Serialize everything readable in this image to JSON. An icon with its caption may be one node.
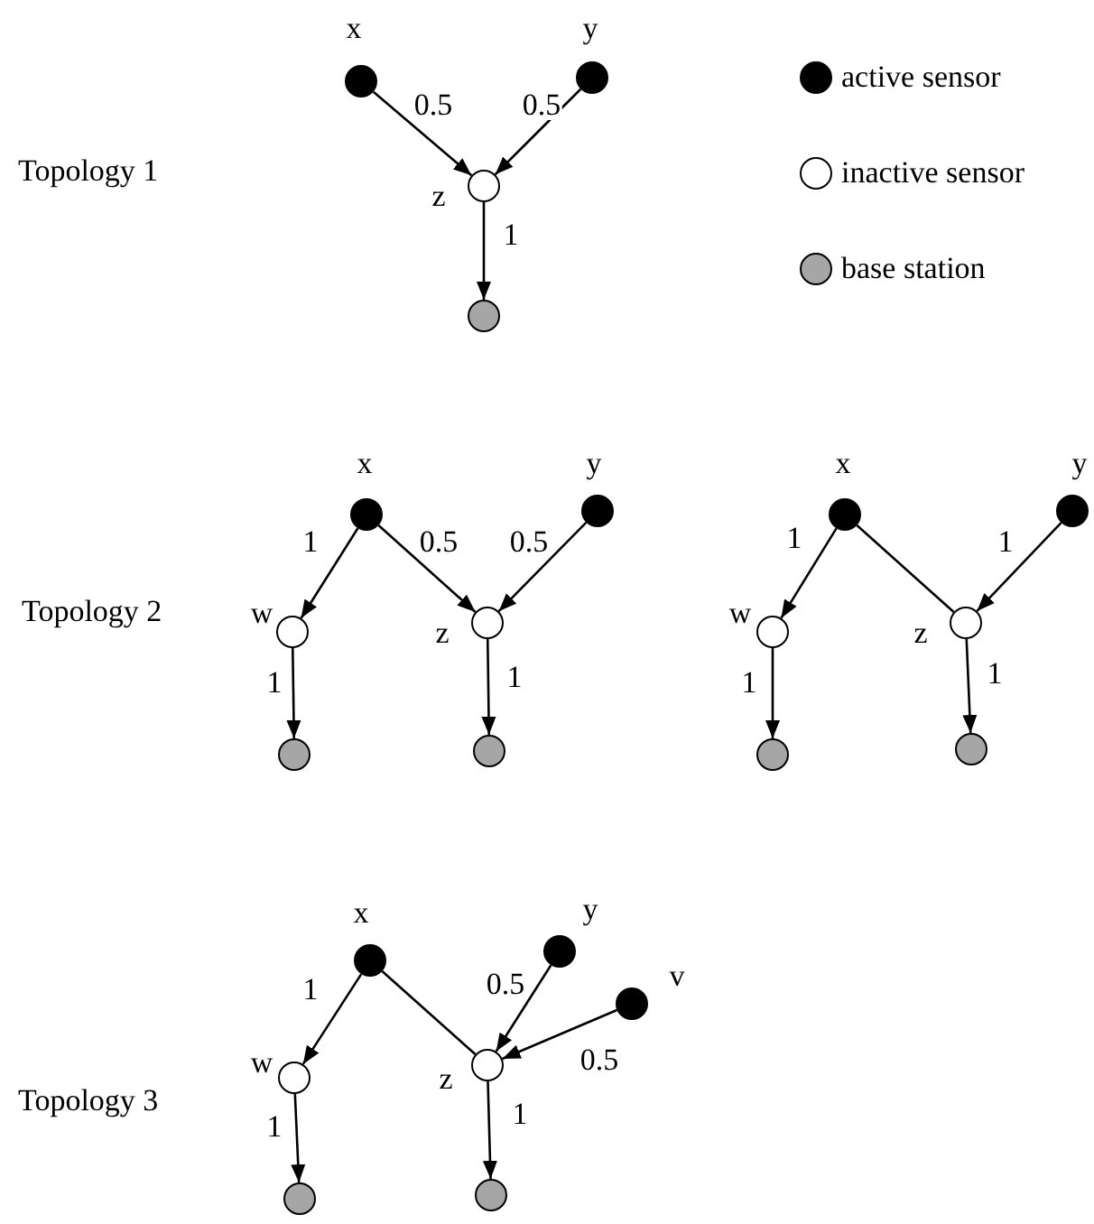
{
  "diagram": {
    "nodes": [
      {
        "text": [],
        "shape": "circle",
        "beside": [
          "x"
        ]
      },
      {
        "text": [],
        "shape": "circle",
        "beside": [
          "y"
        ]
      },
      {
        "text": [],
        "shape": "circle",
        "beside": [
          "z"
        ]
      },
      {
        "text": [],
        "shape": "circle"
      },
      {
        "text": [],
        "shape": "circle",
        "beside": [
          "x"
        ]
      },
      {
        "text": [],
        "shape": "circle",
        "beside": [
          "y"
        ]
      },
      {
        "text": [],
        "shape": "circle",
        "beside": [
          "w"
        ]
      },
      {
        "text": [],
        "shape": "circle",
        "beside": [
          "z"
        ]
      },
      {
        "text": [],
        "shape": "circle"
      },
      {
        "text": [],
        "shape": "circle"
      },
      {
        "text": [],
        "shape": "circle",
        "beside": [
          "x"
        ]
      },
      {
        "text": [],
        "shape": "circle",
        "beside": [
          "y"
        ]
      },
      {
        "text": [],
        "shape": "circle",
        "beside": [
          "w"
        ]
      },
      {
        "text": [],
        "shape": "circle",
        "beside": [
          "z"
        ]
      },
      {
        "text": [],
        "shape": "circle"
      },
      {
        "text": [],
        "shape": "circle"
      },
      {
        "text": [],
        "shape": "circle",
        "beside": [
          "x"
        ]
      },
      {
        "text": [],
        "shape": "circle",
        "beside": [
          "y"
        ]
      },
      {
        "text": [],
        "shape": "circle",
        "beside": [
          "v"
        ]
      },
      {
        "text": [],
        "shape": "circle",
        "beside": [
          "w"
        ]
      },
      {
        "text": [],
        "shape": "circle",
        "beside": [
          "z"
        ]
      },
      {
        "text": [],
        "shape": "circle"
      },
      {
        "text": [],
        "shape": "circle"
      }
    ],
    "edges": [
      {
        "from": 0,
        "to": 2,
        "arrow": "to",
        "label": "0.5"
      },
      {
        "from": 1,
        "to": 2,
        "arrow": "to",
        "label": "0.5"
      },
      {
        "from": 2,
        "to": 3,
        "arrow": "to",
        "label": "1"
      },
      {
        "from": 4,
        "to": 6,
        "arrow": "to",
        "label": "1"
      },
      {
        "from": 4,
        "to": 7,
        "arrow": "to",
        "label": "0.5"
      },
      {
        "from": 5,
        "to": 7,
        "arrow": "to",
        "label": "0.5"
      },
      {
        "from": 6,
        "to": 8,
        "arrow": "to",
        "label": "1"
      },
      {
        "from": 7,
        "to": 9,
        "arrow": "to",
        "label": "1"
      },
      {
        "from": 10,
        "to": 12,
        "arrow": "to",
        "label": "1"
      },
      {
        "from": 10,
        "to": 13,
        "arrow": "none"
      },
      {
        "from": 11,
        "to": 13,
        "arrow": "to",
        "label": "1"
      },
      {
        "from": 12,
        "to": 14,
        "arrow": "to",
        "label": "1"
      },
      {
        "from": 13,
        "to": 15,
        "arrow": "to",
        "label": "1"
      },
      {
        "from": 16,
        "to": 19,
        "arrow": "to",
        "label": "1"
      },
      {
        "from": 16,
        "to": 20,
        "arrow": "none"
      },
      {
        "from": 17,
        "to": 20,
        "arrow": "to",
        "label": "0.5"
      },
      {
        "from": 18,
        "to": 20,
        "arrow": "to",
        "label": "0.5"
      },
      {
        "from": 19,
        "to": 21,
        "arrow": "to",
        "label": "1"
      },
      {
        "from": 20,
        "to": 22,
        "arrow": "to",
        "label": "1"
      }
    ],
    "labels": [
      "Topology 1",
      "Topology 2",
      "Topology 3"
    ],
    "legend": [
      {
        "text": "active sensor",
        "color": "#000000"
      },
      {
        "text": "inactive sensor",
        "color": "#ffffff"
      },
      {
        "text": "base station",
        "color": "#a6a6a6"
      }
    ]
  }
}
